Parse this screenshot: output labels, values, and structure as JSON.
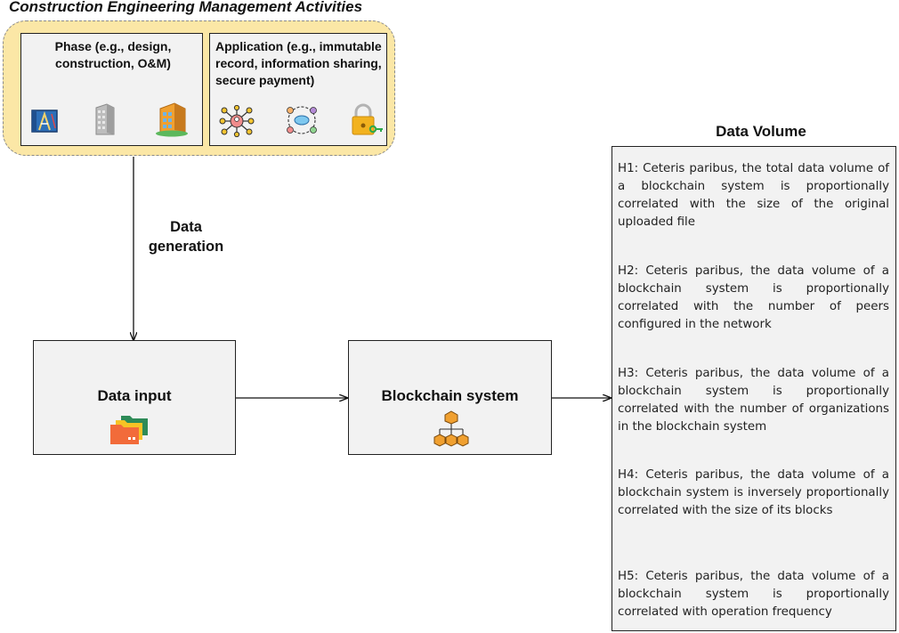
{
  "title": "Construction Engineering Management Activities",
  "phase_panel": {
    "text": "Phase (e.g., design, construction, O&M)",
    "icons": [
      "blueprint-icon",
      "building-icon",
      "apartment-icon"
    ]
  },
  "application_panel": {
    "text": "Application (e.g., immutable record, information sharing, secure payment)",
    "icons": [
      "network-icon",
      "sharing-icon",
      "padlock-key-icon"
    ]
  },
  "edge_label": "Data generation",
  "data_input": {
    "label": "Data input",
    "icon": "folders-icon"
  },
  "blockchain": {
    "label": "Blockchain system",
    "icon": "block-hierarchy-icon"
  },
  "data_volume": {
    "title": "Data Volume",
    "hypotheses": [
      "H1: Ceteris paribus, the total data volume of a blockchain system is proportionally correlated with the size of the original uploaded file",
      "H2: Ceteris paribus, the data volume of a blockchain system is proportionally correlated with the number of peers configured in the network",
      "H3: Ceteris paribus, the data volume of a blockchain system is proportionally correlated with the number of organizations in the blockchain system",
      "H4: Ceteris paribus, the data volume of a blockchain system is inversely proportionally correlated with the size of its blocks",
      "H5: Ceteris paribus, the data volume of a blockchain system is proportionally correlated with operation frequency"
    ]
  },
  "colors": {
    "highlight_fill": "#fbe7a6",
    "box_fill": "#f2f2f2",
    "icon_orange": "#f0a030"
  }
}
